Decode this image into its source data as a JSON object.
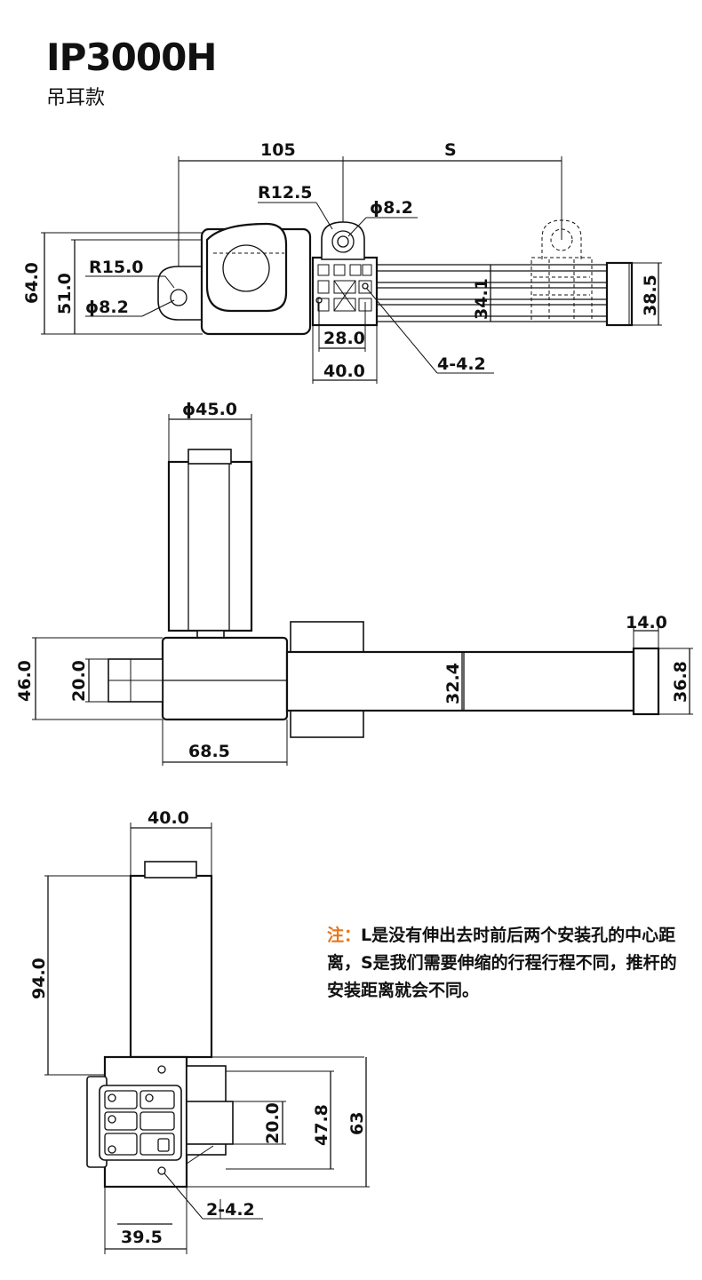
{
  "header": {
    "model": "IP3000H",
    "variant": "吊耳款"
  },
  "top_view": {
    "dims": {
      "d105": "105",
      "stroke_s": "S",
      "r12_5": "R12.5",
      "phi8_2_right": "ϕ8.2",
      "d64": "64.0",
      "d51": "51.0",
      "r15": "R15.0",
      "phi8_2_left": "ϕ8.2",
      "d28": "28.0",
      "d40": "40.0",
      "holes": "4-4.2",
      "d34_1": "34.1",
      "d38_5": "38.5"
    }
  },
  "side_view": {
    "dims": {
      "phi45": "ϕ45.0",
      "d14": "14.0",
      "d46": "46.0",
      "d20": "20.0",
      "d32_4": "32.4",
      "d36_8": "36.8",
      "d68_5": "68.5"
    }
  },
  "end_view": {
    "dims": {
      "d40": "40.0",
      "d94": "94.0",
      "d20": "20.0",
      "d47_8": "47.8",
      "d63": "63",
      "holes": "2-4.2",
      "d39_5": "39.5"
    }
  },
  "note": {
    "label": "注：",
    "text": "L是没有伸出去时前后两个安装孔的中心距离，S是我们需要伸缩的行程行程不同，推杆的安装距离就会不同。"
  }
}
